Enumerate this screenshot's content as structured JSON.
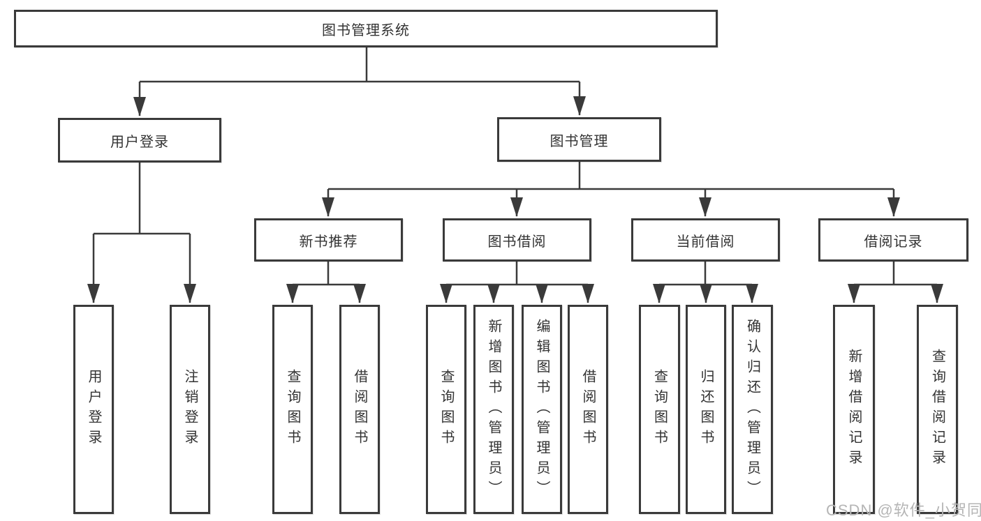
{
  "diagram": {
    "title": "图书管理系统",
    "watermark": "CSDN @软件_小贺同学",
    "colors": {
      "line": "#3a3a3a",
      "box_border": "#3a3a3a",
      "box_fill": "#ffffff",
      "text": "#333333",
      "watermark": "#b5b5b5",
      "background": "#ffffff"
    },
    "nodes": {
      "root": {
        "label": "图书管理系统"
      },
      "user_login": {
        "label": "用户登录"
      },
      "book_mgmt": {
        "label": "图书管理"
      },
      "new_books": {
        "label": "新书推荐"
      },
      "book_borrow": {
        "label": "图书借阅"
      },
      "current_borrow": {
        "label": "当前借阅"
      },
      "borrow_records": {
        "label": "借阅记录"
      },
      "ul_login": {
        "label": "用户登录"
      },
      "ul_logout": {
        "label": "注销登录"
      },
      "nb_query": {
        "label": "查询图书"
      },
      "nb_borrow": {
        "label": "借阅图书"
      },
      "bb_query": {
        "label": "查询图书"
      },
      "bb_add": {
        "label": "新增图书（管理员）"
      },
      "bb_edit": {
        "label": "编辑图书（管理员）"
      },
      "bb_borrow": {
        "label": "借阅图书"
      },
      "cb_query": {
        "label": "查询图书"
      },
      "cb_return": {
        "label": "归还图书"
      },
      "cb_confirm": {
        "label": "确认归还（管理员）"
      },
      "br_add": {
        "label": "新增借阅记录"
      },
      "br_query": {
        "label": "查询借阅记录"
      }
    }
  }
}
